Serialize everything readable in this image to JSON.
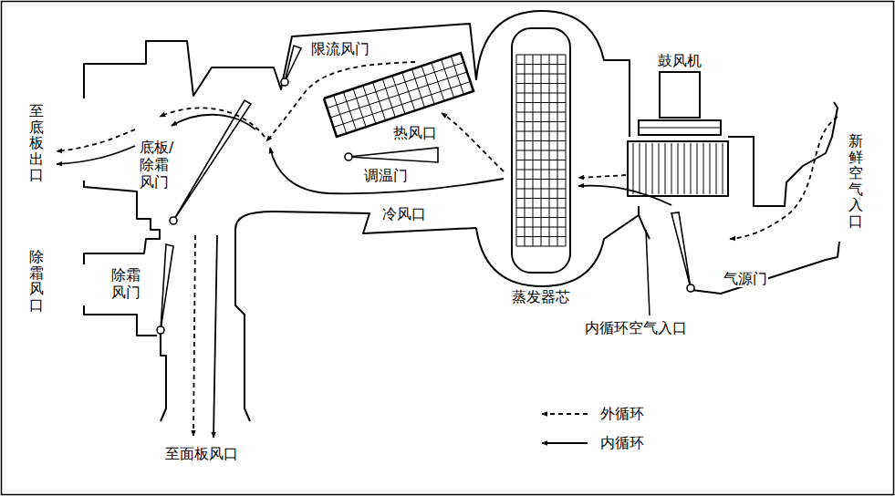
{
  "diagram": {
    "nodes": [
      {
        "text": [
          "蒸发器芯"
        ]
      },
      {
        "text": [
          "鼓风机"
        ]
      }
    ],
    "labels": [
      "至底板出口",
      "底板/除霜风门",
      "除霜风口",
      "除霜风门",
      "限流风门",
      "热风口",
      "调温门",
      "冷风口",
      "新鲜空气入口",
      "气源门",
      "内循环空气入口",
      "至面板风口"
    ],
    "legend": [
      {
        "text": "外循环"
      },
      {
        "text": "内循环"
      }
    ]
  }
}
